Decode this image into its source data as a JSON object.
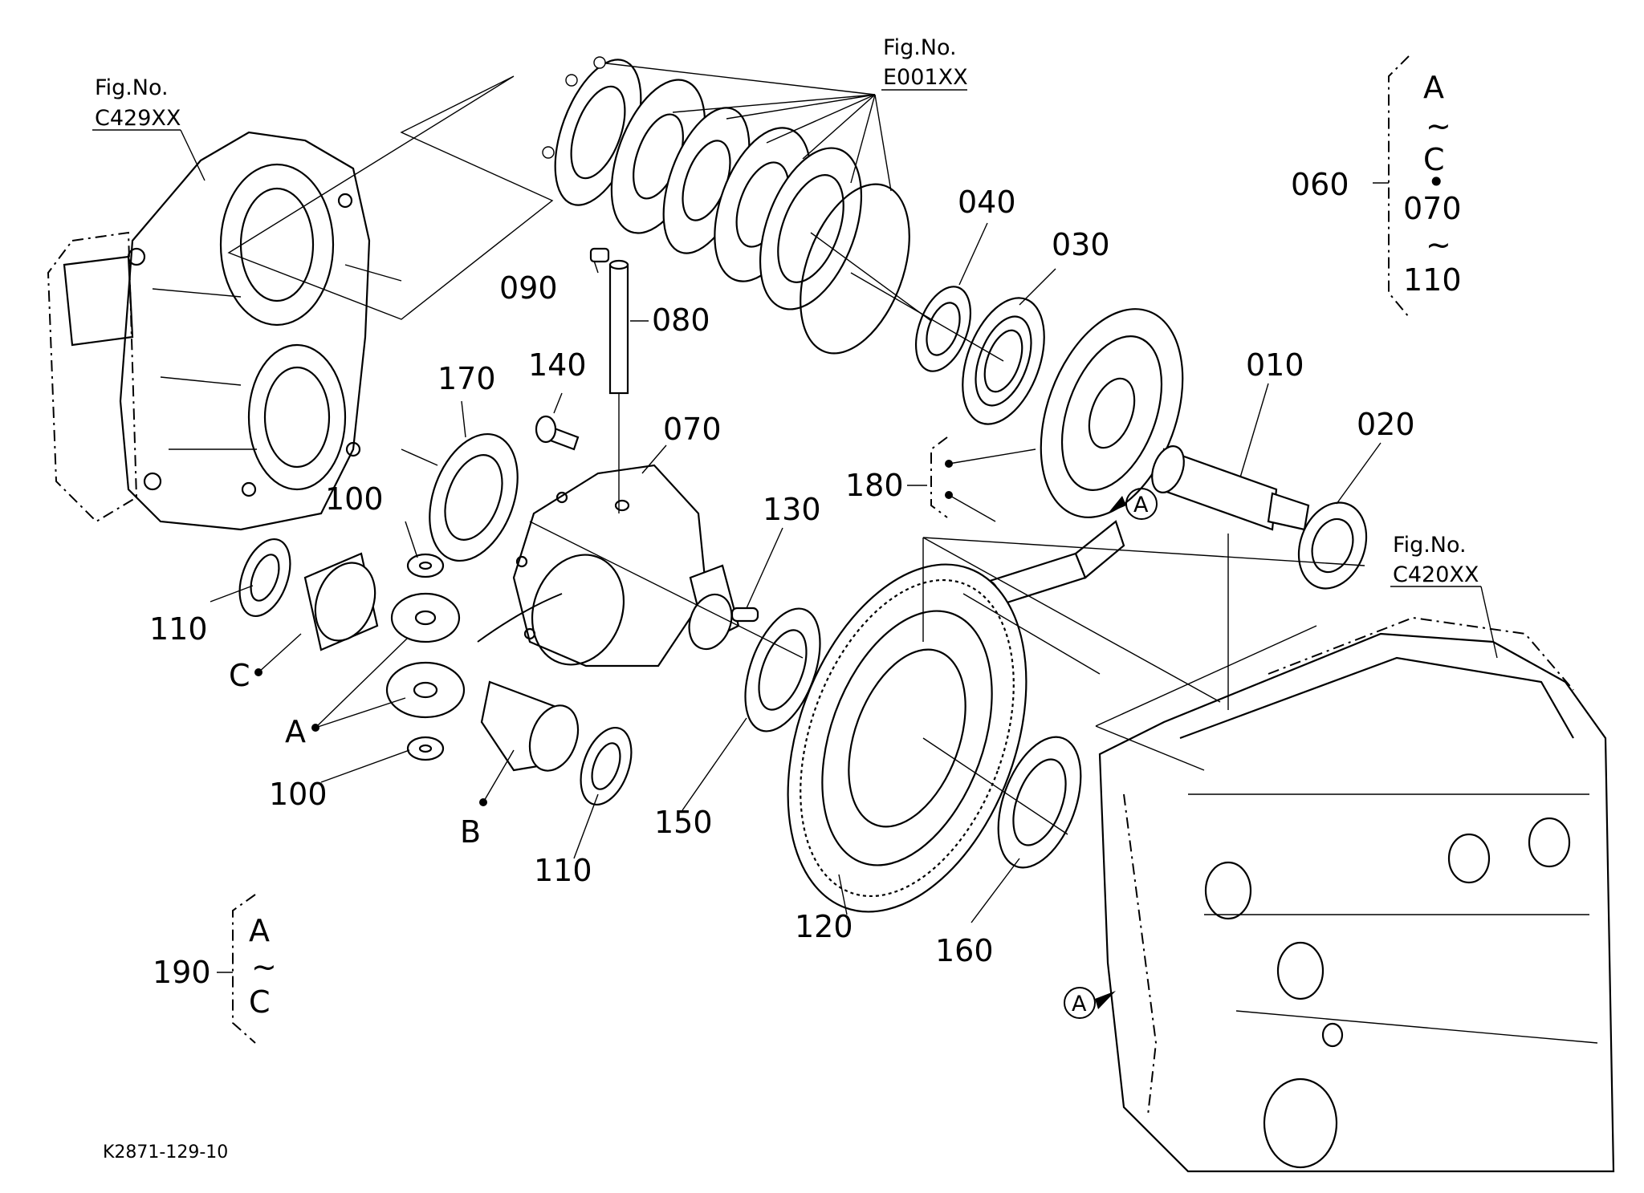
{
  "document_code": "K2871-129-10",
  "figure_refs": {
    "left": {
      "prefix": "Fig.No.",
      "code": "C429XX"
    },
    "top": {
      "prefix": "Fig.No.",
      "code": "E001XX"
    },
    "right": {
      "prefix": "Fig.No.",
      "code": "C420XX"
    }
  },
  "parts": {
    "p010": "010",
    "p020": "020",
    "p030": "030",
    "p040": "040",
    "p060": "060",
    "p070": "070",
    "p080": "080",
    "p090": "090",
    "p100a": "100",
    "p100b": "100",
    "p110a": "110",
    "p110b": "110",
    "p120": "120",
    "p130": "130",
    "p140": "140",
    "p150": "150",
    "p160": "160",
    "p170": "170",
    "p180": "180",
    "p190": "190"
  },
  "set_060": {
    "l1": "A",
    "l2": "~",
    "l3": "C",
    "l4": "•",
    "l5": "070",
    "l6": "~",
    "l7": "110"
  },
  "set_190": {
    "l1": "A",
    "l2": "~",
    "l3": "C"
  },
  "callouts": {
    "A": "A",
    "B": "B",
    "C": "C",
    "circle_a1": "A",
    "circle_a2": "A"
  }
}
